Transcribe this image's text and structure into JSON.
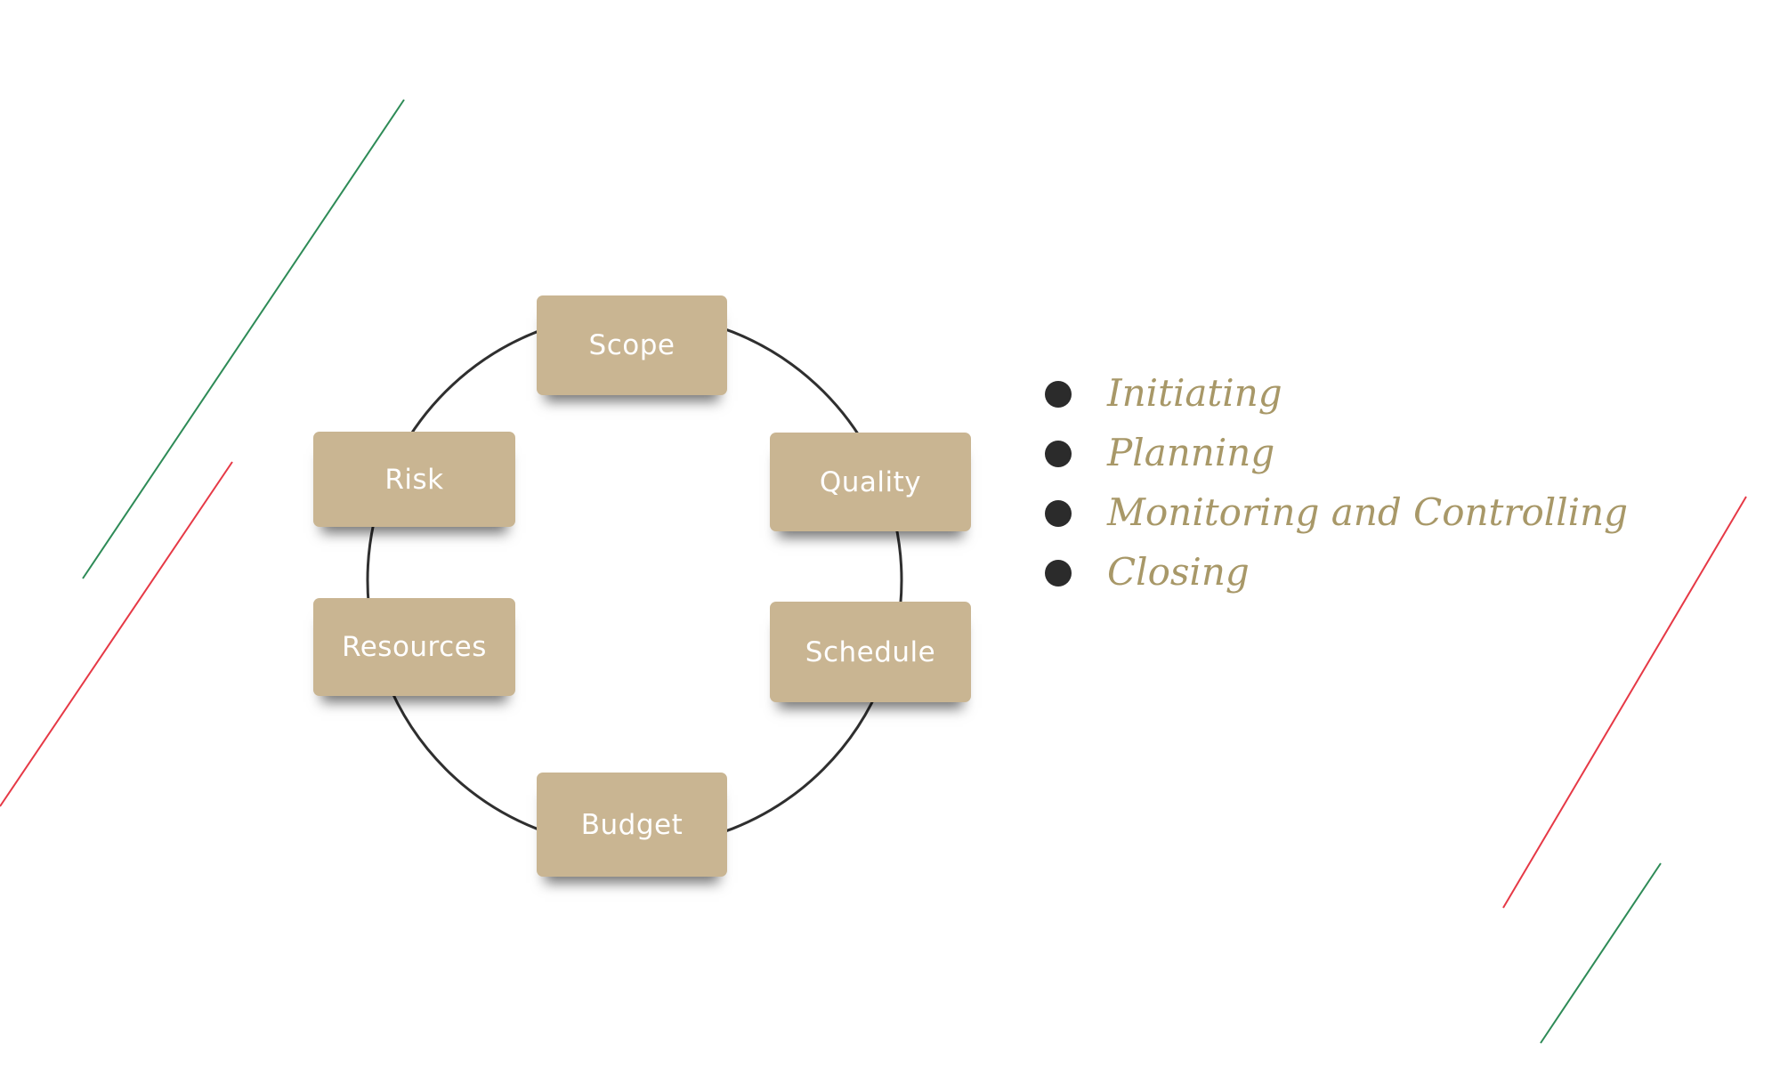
{
  "diagram": {
    "nodes": [
      {
        "id": "scope",
        "label": "Scope"
      },
      {
        "id": "quality",
        "label": "Quality"
      },
      {
        "id": "schedule",
        "label": "Schedule"
      },
      {
        "id": "budget",
        "label": "Budget"
      },
      {
        "id": "resources",
        "label": "Resources"
      },
      {
        "id": "risk",
        "label": "Risk"
      }
    ]
  },
  "phases": [
    {
      "label": "Initiating"
    },
    {
      "label": "Planning"
    },
    {
      "label": "Monitoring and Controlling"
    },
    {
      "label": "Closing"
    }
  ],
  "colors": {
    "node_fill": "#c9b592",
    "node_text": "#ffffff",
    "phase_text": "#a89868",
    "bullet": "#2b2b2b",
    "circle_stroke": "#2f2f2f",
    "accent_green": "#2e8b57",
    "accent_red": "#e63946"
  }
}
